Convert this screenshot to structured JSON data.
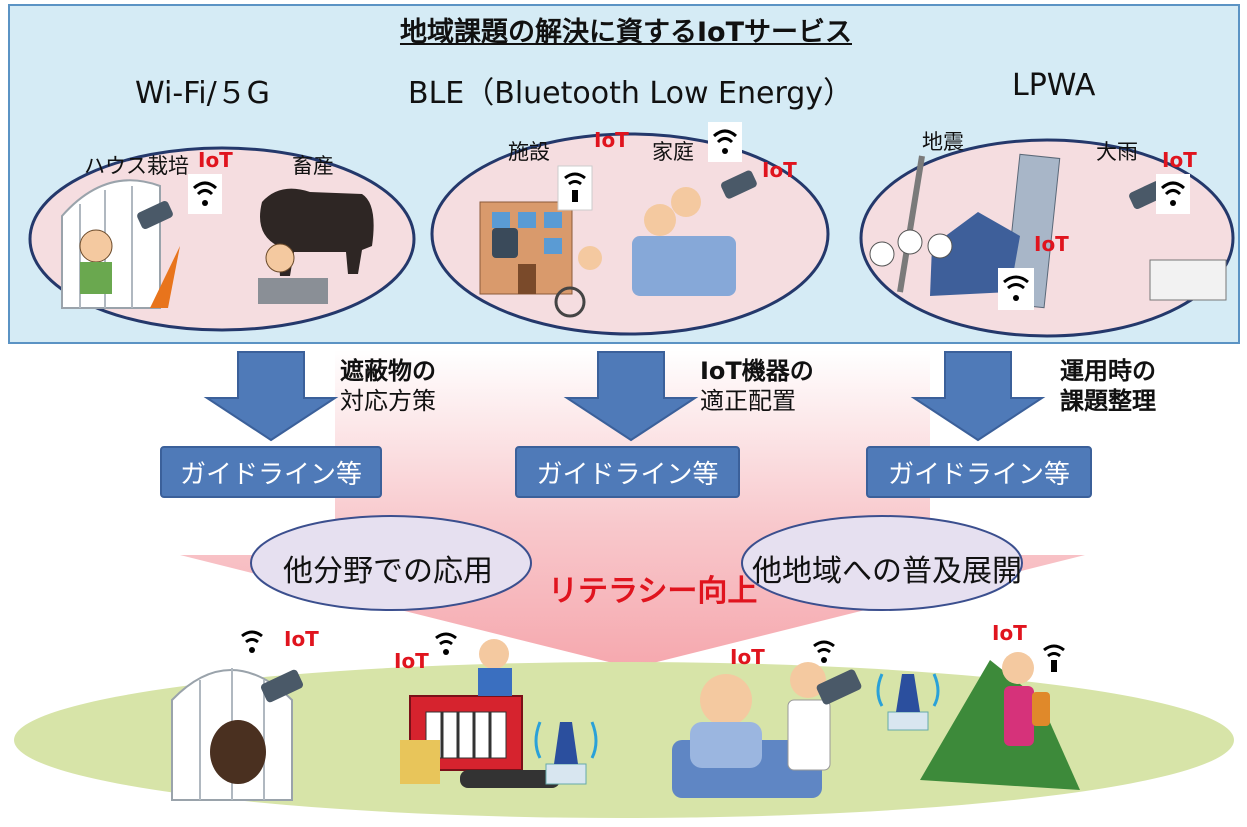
{
  "title": "地域課題の解決に資するIoTサービス",
  "networks": [
    {
      "label": "Wi-Fi/５G",
      "scenes": [
        "ハウス栽培",
        "畜産"
      ]
    },
    {
      "label": "BLE（Bluetooth Low Energy）",
      "scenes": [
        "施設",
        "家庭"
      ]
    },
    {
      "label": "LPWA",
      "scenes": [
        "地震",
        "大雨"
      ]
    }
  ],
  "iot_label": "IoT",
  "measures": [
    {
      "line1": "遮蔽物の",
      "line2": "対応方策"
    },
    {
      "line1": "IoT機器の",
      "line2": "適正配置"
    },
    {
      "line1": "運用時の",
      "line2": "課題整理"
    }
  ],
  "guideline_label": "ガイドライン等",
  "outcomes": [
    "他分野での応用",
    "他地域への普及展開"
  ],
  "center_label": "リテラシー向上",
  "colors": {
    "panel_bg": "#d5ebf5",
    "panel_border": "#5b93c4",
    "arrow": "#4f7ab8",
    "iot_red": "#e0141e",
    "scene_oval": "#f5dde0",
    "outcome_oval": "#e6e0f0",
    "ground": "#d7e4a8"
  }
}
